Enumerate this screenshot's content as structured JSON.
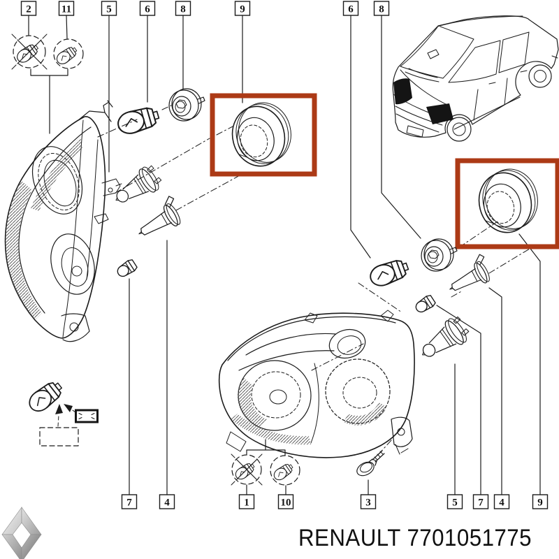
{
  "diagram": {
    "kind": "exploded headlight parts diagram",
    "highlight_color": "#AC3A16",
    "highlighted_part": "9"
  },
  "callouts": {
    "top": [
      "2",
      "11",
      "5",
      "6",
      "8",
      "9",
      "6",
      "8"
    ],
    "bottom": [
      "7",
      "4",
      "1",
      "10",
      "3",
      "5",
      "7",
      "4",
      "9"
    ]
  },
  "caption": {
    "brand": "RENAULT",
    "part_number": "7701051775",
    "text": "RENAULT 7701051775"
  }
}
